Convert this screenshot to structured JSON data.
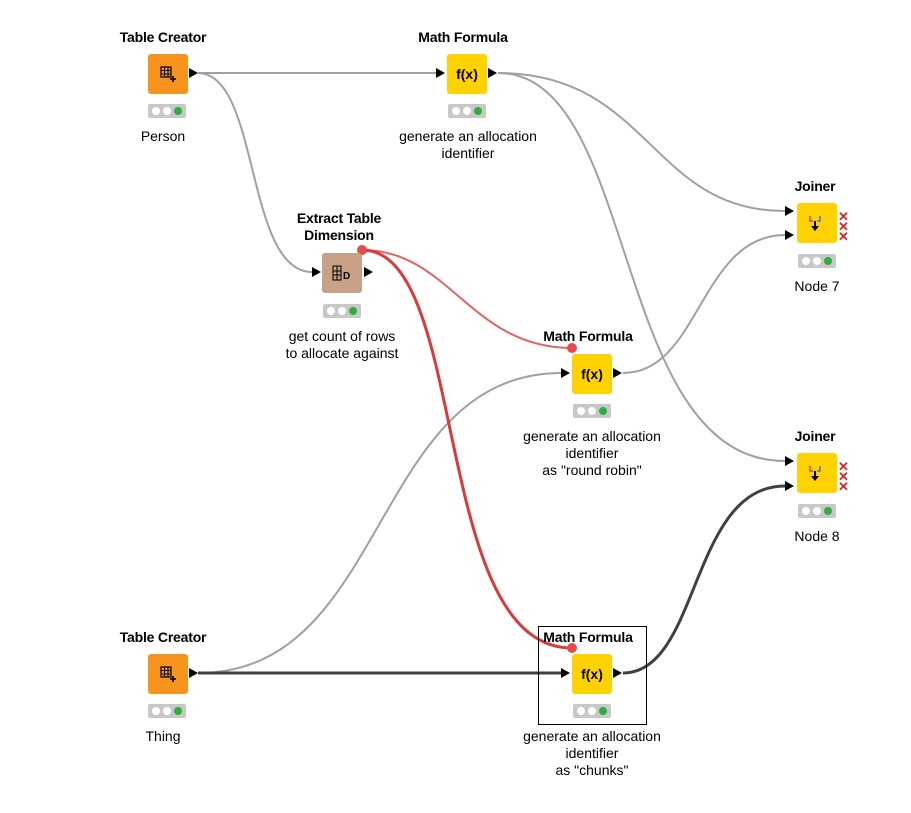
{
  "nodes": {
    "tc_person": {
      "title": "Table Creator",
      "desc": "Person"
    },
    "mf_top": {
      "title": "Math Formula",
      "desc1": "generate an allocation",
      "desc2": "identifier"
    },
    "extract": {
      "title1": "Extract Table",
      "title2": "Dimension",
      "desc1": "get count of rows",
      "desc2": "to allocate against"
    },
    "mf_round": {
      "title": "Math Formula",
      "desc1": "generate an allocation",
      "desc2": "identifier",
      "desc3": "as \"round robin\""
    },
    "joiner7": {
      "title": "Joiner",
      "desc": "Node 7"
    },
    "joiner8": {
      "title": "Joiner",
      "desc": "Node 8"
    },
    "tc_thing": {
      "title": "Table Creator",
      "desc": "Thing"
    },
    "mf_chunks": {
      "title": "Math Formula",
      "desc1": "generate an allocation",
      "desc2": "identifier",
      "desc3": "as \"chunks\""
    }
  },
  "icons": {
    "table_creator": "table-plus-icon",
    "math_formula": "fx-icon",
    "extract": "table-dimension-icon",
    "joiner": "join-arrows-icon"
  },
  "colors": {
    "table_creator": "#f7941d",
    "math_formula": "#ffd200",
    "extract": "#c9a186",
    "joiner": "#ffd200",
    "wire": "#a0a0a0",
    "wire_selected": "#404040",
    "wire_flow_variable": "#d93a3a",
    "status_green": "#2fae3f"
  }
}
